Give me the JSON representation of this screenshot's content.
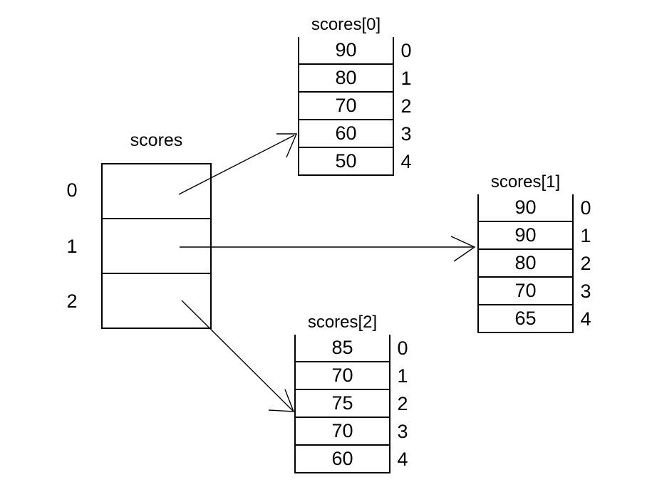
{
  "colors": {
    "background": "#ffffff",
    "line": "#000000",
    "text": "#000000"
  },
  "main_array": {
    "title": "scores",
    "indices": [
      "0",
      "1",
      "2"
    ]
  },
  "sub_arrays": [
    {
      "title": "scores[0]",
      "values": [
        "90",
        "80",
        "70",
        "60",
        "50"
      ],
      "indices": [
        "0",
        "1",
        "2",
        "3",
        "4"
      ]
    },
    {
      "title": "scores[1]",
      "values": [
        "90",
        "90",
        "80",
        "70",
        "65"
      ],
      "indices": [
        "0",
        "1",
        "2",
        "3",
        "4"
      ]
    },
    {
      "title": "scores[2]",
      "values": [
        "85",
        "70",
        "75",
        "70",
        "60"
      ],
      "indices": [
        "0",
        "1",
        "2",
        "3",
        "4"
      ]
    }
  ],
  "arrows": [
    {
      "from": "scores element 0",
      "to": "scores[0] table"
    },
    {
      "from": "scores element 1",
      "to": "scores[1] table"
    },
    {
      "from": "scores element 2",
      "to": "scores[2] table"
    }
  ]
}
